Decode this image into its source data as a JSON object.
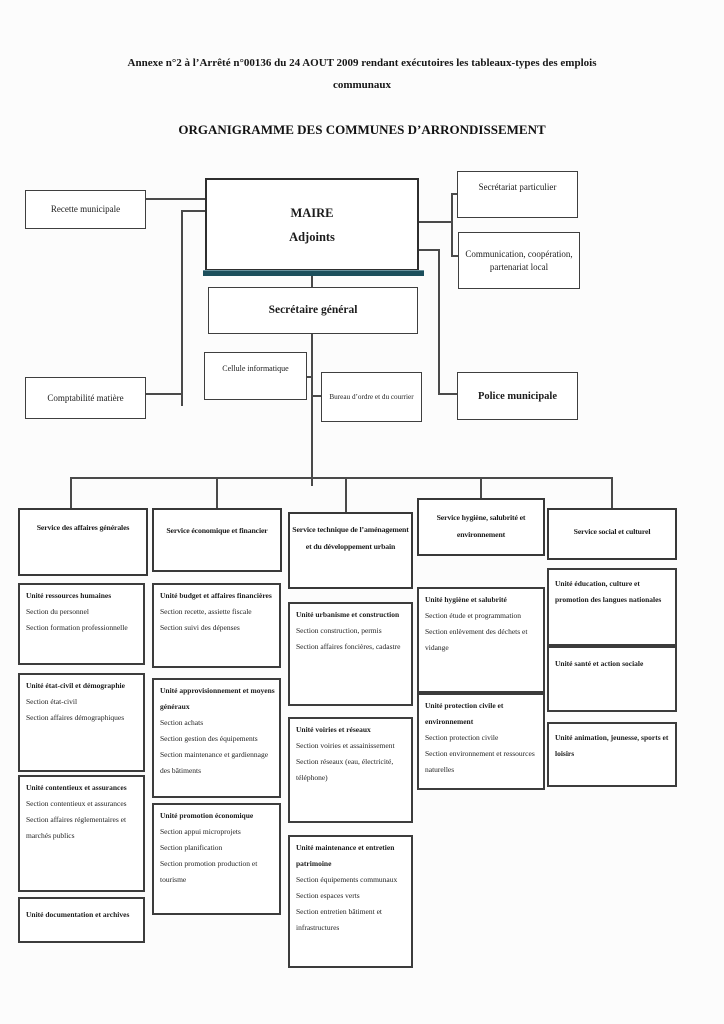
{
  "header": {
    "annexe": "Annexe n°2 à l’Arrêté n°00136 du 24 AOUT 2009 rendant exécutoires les tableaux-types des emplois communaux",
    "title": "ORGANIGRAMME DES COMMUNES D’ARRONDISSEMENT"
  },
  "top": {
    "recette": "Recette municipale",
    "maire_line1": "MAIRE",
    "maire_line2": "Adjoints",
    "secretariat_particulier": "Secrétariat particulier",
    "communication": "Communication, coopération, partenariat local",
    "secretaire_general": "Secrétaire général",
    "cellule_informatique": "Cellule informatique",
    "bureau_ordre": "Bureau d’ordre et du courrier",
    "police_municipale": "Police municipale",
    "comptabilite_matiere": "Comptabilité matière"
  },
  "colors": {
    "accent_bar": "#1c4f5c",
    "box_border": "#3c3c3c",
    "connector": "#4a4a4a"
  },
  "services": [
    {
      "label": "Service des affaires générales",
      "units": [
        {
          "title": "Unité ressources humaines",
          "sections": [
            "Section du personnel",
            "Section formation professionnelle"
          ]
        },
        {
          "title": "Unité état-civil et démographie",
          "sections": [
            "Section état-civil",
            "Section affaires démographiques"
          ]
        },
        {
          "title": "Unité contentieux et assurances",
          "sections": [
            "Section contentieux et assurances",
            "Section affaires réglementaires et marchés publics"
          ]
        },
        {
          "title": "Unité documentation et archives",
          "sections": []
        }
      ]
    },
    {
      "label": "Service économique et financier",
      "units": [
        {
          "title": "Unité budget et affaires financières",
          "sections": [
            "Section recette, assiette fiscale",
            "Section suivi des dépenses"
          ]
        },
        {
          "title": "Unité approvisionnement et moyens généraux",
          "sections": [
            "Section achats",
            "Section gestion des équipements",
            "Section maintenance et gardiennage des bâtiments"
          ]
        },
        {
          "title": "Unité promotion économique",
          "sections": [
            "Section appui microprojets",
            "Section planification",
            "Section promotion production et tourisme"
          ]
        }
      ]
    },
    {
      "label": "Service technique de l’aménagement et du développement urbain",
      "units": [
        {
          "title": "Unité urbanisme et construction",
          "sections": [
            "Section construction, permis",
            "Section affaires foncières, cadastre"
          ]
        },
        {
          "title": "Unité voiries et réseaux",
          "sections": [
            "Section voiries et assainissement",
            "Section réseaux (eau, électricité, téléphone)"
          ]
        },
        {
          "title": "Unité maintenance et entretien patrimoine",
          "sections": [
            "Section équipements communaux",
            "Section espaces verts",
            "Section entretien bâtiment et infrastructures"
          ]
        }
      ]
    },
    {
      "label": "Service hygiène, salubrité et environnement",
      "units": [
        {
          "title": "Unité hygiène et salubrité",
          "sections": [
            "Section étude et programmation",
            "Section enlèvement des déchets et vidange"
          ]
        },
        {
          "title": "Unité protection civile et environnement",
          "sections": [
            "Section protection civile",
            "Section environnement et ressources naturelles"
          ]
        }
      ]
    },
    {
      "label": "Service social et culturel",
      "units": [
        {
          "title": "Unité éducation, culture et promotion des langues nationales",
          "sections": []
        },
        {
          "title": "Unité santé et action sociale",
          "sections": []
        },
        {
          "title": "Unité animation, jeunesse, sports et loisirs",
          "sections": []
        }
      ]
    }
  ]
}
